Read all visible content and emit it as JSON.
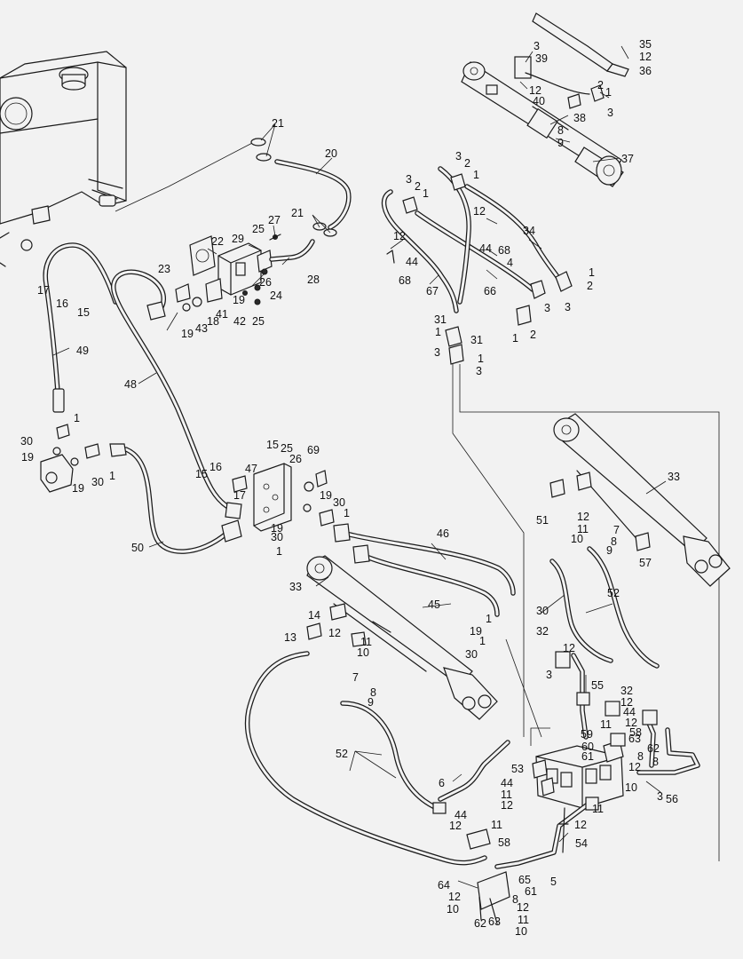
{
  "callouts": [
    {
      "id": "c1",
      "text": "35"
    },
    {
      "id": "c2",
      "text": "3"
    },
    {
      "id": "c3",
      "text": "39"
    },
    {
      "id": "c4",
      "text": "12"
    },
    {
      "id": "c5",
      "text": "36"
    },
    {
      "id": "c6",
      "text": "12"
    },
    {
      "id": "c7",
      "text": "40"
    },
    {
      "id": "c8",
      "text": "2"
    },
    {
      "id": "c9",
      "text": "1"
    },
    {
      "id": "c10",
      "text": "3"
    },
    {
      "id": "c11",
      "text": "38"
    },
    {
      "id": "c12",
      "text": "8"
    },
    {
      "id": "c13",
      "text": "9"
    },
    {
      "id": "c14",
      "text": "37"
    },
    {
      "id": "c15",
      "text": "21"
    },
    {
      "id": "c16",
      "text": "20"
    },
    {
      "id": "c17",
      "text": "3"
    },
    {
      "id": "c18",
      "text": "2"
    },
    {
      "id": "c19",
      "text": "1"
    },
    {
      "id": "c20",
      "text": "3"
    },
    {
      "id": "c21",
      "text": "2"
    },
    {
      "id": "c22",
      "text": "1"
    },
    {
      "id": "c23",
      "text": "21"
    },
    {
      "id": "c24",
      "text": "27"
    },
    {
      "id": "c25",
      "text": "25"
    },
    {
      "id": "c26",
      "text": "29"
    },
    {
      "id": "c27",
      "text": "22"
    },
    {
      "id": "c28",
      "text": "23"
    },
    {
      "id": "c29",
      "text": "28"
    },
    {
      "id": "c30",
      "text": "12"
    },
    {
      "id": "c31",
      "text": "34"
    },
    {
      "id": "c32",
      "text": "12"
    },
    {
      "id": "c33",
      "text": "44"
    },
    {
      "id": "c34",
      "text": "68"
    },
    {
      "id": "c35",
      "text": "44"
    },
    {
      "id": "c36",
      "text": "4"
    },
    {
      "id": "c37",
      "text": "68"
    },
    {
      "id": "c38",
      "text": "67"
    },
    {
      "id": "c39",
      "text": "66"
    },
    {
      "id": "c40",
      "text": "1"
    },
    {
      "id": "c41",
      "text": "2"
    },
    {
      "id": "c42",
      "text": "3"
    },
    {
      "id": "c43",
      "text": "3"
    },
    {
      "id": "c44",
      "text": "26"
    },
    {
      "id": "c45",
      "text": "24"
    },
    {
      "id": "c46",
      "text": "19"
    },
    {
      "id": "c47",
      "text": "41"
    },
    {
      "id": "c48",
      "text": "42"
    },
    {
      "id": "c49",
      "text": "25"
    },
    {
      "id": "c50",
      "text": "17"
    },
    {
      "id": "c51",
      "text": "16"
    },
    {
      "id": "c52",
      "text": "15"
    },
    {
      "id": "c53",
      "text": "19"
    },
    {
      "id": "c54",
      "text": "43"
    },
    {
      "id": "c55",
      "text": "18"
    },
    {
      "id": "c56",
      "text": "31"
    },
    {
      "id": "c57",
      "text": "1"
    },
    {
      "id": "c58",
      "text": "31"
    },
    {
      "id": "c59",
      "text": "1"
    },
    {
      "id": "c60",
      "text": "2"
    },
    {
      "id": "c61",
      "text": "3"
    },
    {
      "id": "c62",
      "text": "1"
    },
    {
      "id": "c63",
      "text": "3"
    },
    {
      "id": "c64",
      "text": "49"
    },
    {
      "id": "c65",
      "text": "48"
    },
    {
      "id": "c66",
      "text": "1"
    },
    {
      "id": "c67",
      "text": "30"
    },
    {
      "id": "c68",
      "text": "19"
    },
    {
      "id": "c69",
      "text": "19"
    },
    {
      "id": "c70",
      "text": "30"
    },
    {
      "id": "c71",
      "text": "1"
    },
    {
      "id": "c72",
      "text": "15"
    },
    {
      "id": "c73",
      "text": "25"
    },
    {
      "id": "c74",
      "text": "26"
    },
    {
      "id": "c75",
      "text": "69"
    },
    {
      "id": "c76",
      "text": "16"
    },
    {
      "id": "c77",
      "text": "47"
    },
    {
      "id": "c78",
      "text": "15"
    },
    {
      "id": "c79",
      "text": "17"
    },
    {
      "id": "c80",
      "text": "19"
    },
    {
      "id": "c81",
      "text": "30"
    },
    {
      "id": "c82",
      "text": "1"
    },
    {
      "id": "c83",
      "text": "19"
    },
    {
      "id": "c84",
      "text": "30"
    },
    {
      "id": "c85",
      "text": "1"
    },
    {
      "id": "c86",
      "text": "50"
    },
    {
      "id": "c87",
      "text": "33"
    },
    {
      "id": "c88",
      "text": "51"
    },
    {
      "id": "c89",
      "text": "12"
    },
    {
      "id": "c90",
      "text": "11"
    },
    {
      "id": "c91",
      "text": "10"
    },
    {
      "id": "c92",
      "text": "7"
    },
    {
      "id": "c93",
      "text": "8"
    },
    {
      "id": "c94",
      "text": "9"
    },
    {
      "id": "c95",
      "text": "57"
    },
    {
      "id": "c96",
      "text": "46"
    },
    {
      "id": "c97",
      "text": "33"
    },
    {
      "id": "c98",
      "text": "45"
    },
    {
      "id": "c99",
      "text": "52"
    },
    {
      "id": "c100",
      "text": "14"
    },
    {
      "id": "c101",
      "text": "1"
    },
    {
      "id": "c102",
      "text": "30"
    },
    {
      "id": "c103",
      "text": "13"
    },
    {
      "id": "c104",
      "text": "12"
    },
    {
      "id": "c105",
      "text": "11"
    },
    {
      "id": "c106",
      "text": "10"
    },
    {
      "id": "c107",
      "text": "19"
    },
    {
      "id": "c108",
      "text": "1"
    },
    {
      "id": "c109",
      "text": "30"
    },
    {
      "id": "c110",
      "text": "32"
    },
    {
      "id": "c111",
      "text": "12"
    },
    {
      "id": "c112",
      "text": "3"
    },
    {
      "id": "c113",
      "text": "55"
    },
    {
      "id": "c114",
      "text": "7"
    },
    {
      "id": "c115",
      "text": "8"
    },
    {
      "id": "c116",
      "text": "9"
    },
    {
      "id": "c117",
      "text": "32"
    },
    {
      "id": "c118",
      "text": "12"
    },
    {
      "id": "c119",
      "text": "44"
    },
    {
      "id": "c120",
      "text": "12"
    },
    {
      "id": "c121",
      "text": "11"
    },
    {
      "id": "c122",
      "text": "58"
    },
    {
      "id": "c123",
      "text": "63"
    },
    {
      "id": "c124",
      "text": "59"
    },
    {
      "id": "c125",
      "text": "60"
    },
    {
      "id": "c126",
      "text": "61"
    },
    {
      "id": "c127",
      "text": "8"
    },
    {
      "id": "c128",
      "text": "12"
    },
    {
      "id": "c129",
      "text": "62"
    },
    {
      "id": "c130",
      "text": "8"
    },
    {
      "id": "c131",
      "text": "52"
    },
    {
      "id": "c132",
      "text": "53"
    },
    {
      "id": "c133",
      "text": "6"
    },
    {
      "id": "c134",
      "text": "44"
    },
    {
      "id": "c135",
      "text": "11"
    },
    {
      "id": "c136",
      "text": "12"
    },
    {
      "id": "c137",
      "text": "10"
    },
    {
      "id": "c138",
      "text": "3"
    },
    {
      "id": "c139",
      "text": "56"
    },
    {
      "id": "c140",
      "text": "11"
    },
    {
      "id": "c141",
      "text": "44"
    },
    {
      "id": "c142",
      "text": "11"
    },
    {
      "id": "c143",
      "text": "12"
    },
    {
      "id": "c144",
      "text": "12"
    },
    {
      "id": "c145",
      "text": "58"
    },
    {
      "id": "c146",
      "text": "54"
    },
    {
      "id": "c147",
      "text": "5"
    },
    {
      "id": "c148",
      "text": "64"
    },
    {
      "id": "c149",
      "text": "65"
    },
    {
      "id": "c150",
      "text": "61"
    },
    {
      "id": "c151",
      "text": "12"
    },
    {
      "id": "c152",
      "text": "8"
    },
    {
      "id": "c153",
      "text": "10"
    },
    {
      "id": "c154",
      "text": "12"
    },
    {
      "id": "c155",
      "text": "62"
    },
    {
      "id": "c156",
      "text": "63"
    },
    {
      "id": "c157",
      "text": "11"
    },
    {
      "id": "c158",
      "text": "10"
    }
  ]
}
